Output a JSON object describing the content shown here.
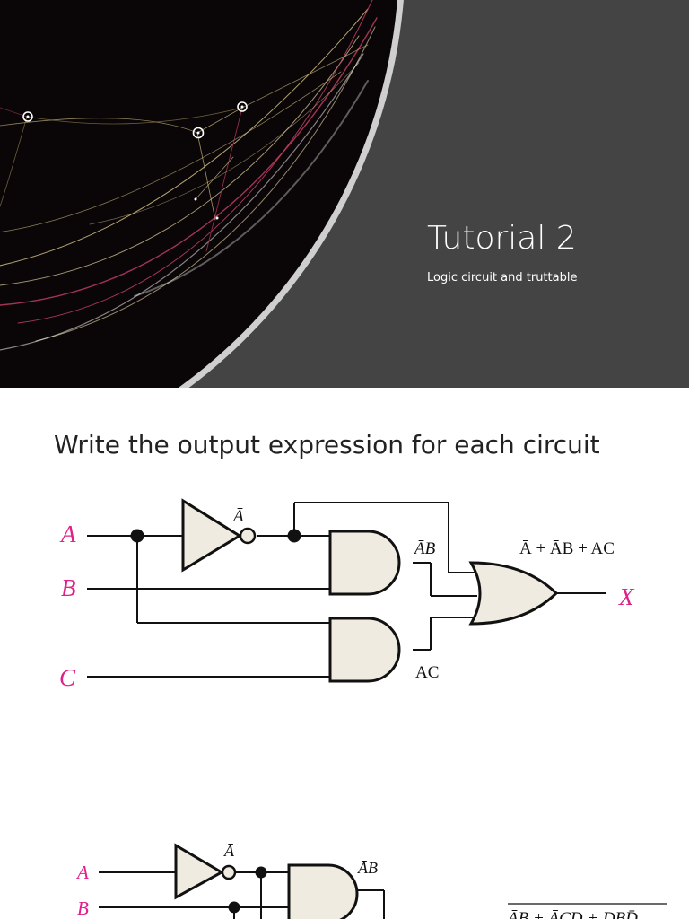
{
  "title_slide": {
    "title": "Tutorial 2",
    "subtitle": "Logic circuit and truttable"
  },
  "slide2": {
    "heading": "Write the output expression for each circuit",
    "circuit1": {
      "inputs": [
        "A",
        "B",
        "C"
      ],
      "output": "X",
      "inverter_out": "Ā",
      "and1_out": "ĀB",
      "and2_out": "AC",
      "or_out": "Ā + ĀB + AC"
    },
    "circuit2": {
      "inputs": [
        "A",
        "B"
      ],
      "inverter_out": "Ā",
      "and1_out": "ĀB",
      "output_expr": "ĀB + ĀCD + DBD̄"
    }
  },
  "colors": {
    "input_labels": "#e0218a",
    "slide_bg": "#444444",
    "gate_fill": "#efebe0",
    "photo_bg": "#0a0507"
  }
}
